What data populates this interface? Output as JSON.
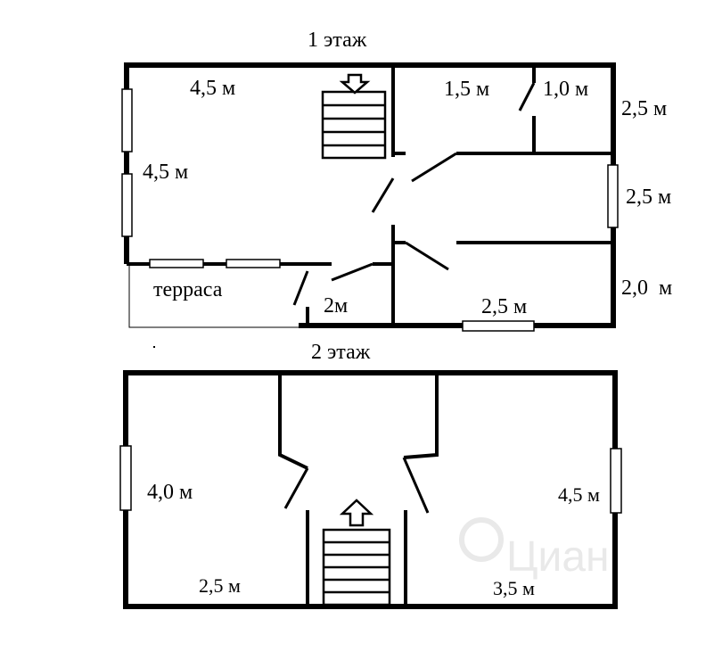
{
  "floor1": {
    "title": "1 этаж",
    "labels": {
      "room_living_w": "4,5 м",
      "room_living_h": "4,5 м",
      "room_a": "1,5 м",
      "room_b": "1,0 м",
      "right_top": "2,5 м",
      "right_mid": "2,5 м",
      "right_bot": "2,0  м",
      "terrace": "терраса",
      "hall": "2м",
      "bottom_room": "2,5 м"
    }
  },
  "floor2": {
    "title": "2 этаж",
    "labels": {
      "left_room": "4,0 м",
      "right_room": "4,5 м",
      "bottom_left": "2,5 м",
      "bottom_right": "3,5 м"
    }
  },
  "watermark": "Циан",
  "colors": {
    "ink": "#000000",
    "background": "#ffffff",
    "watermark": "#e9e9e9"
  }
}
